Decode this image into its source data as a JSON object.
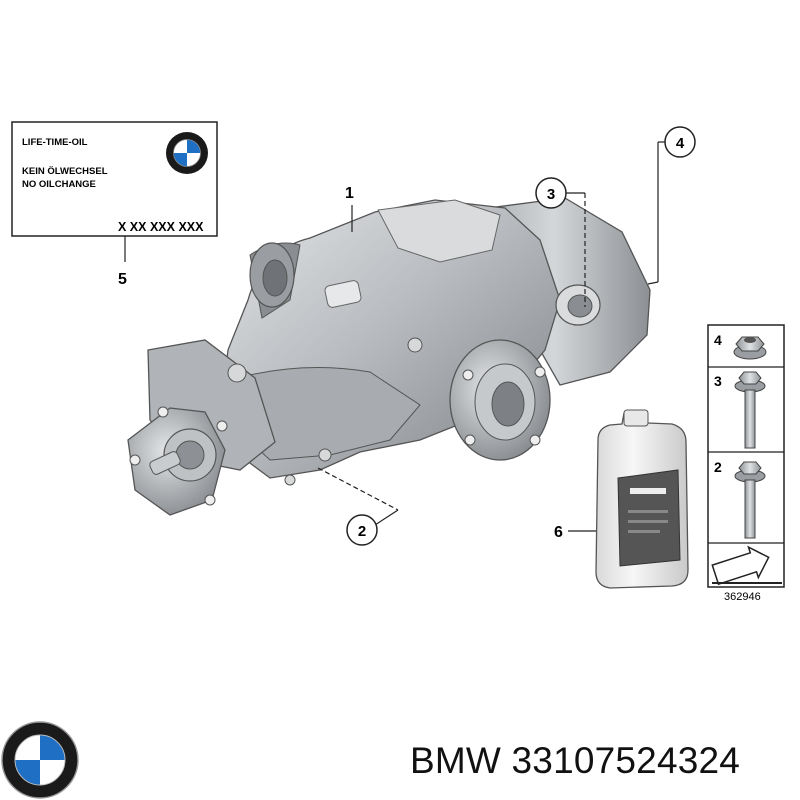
{
  "label_sticker": {
    "line1": "LIFE-TIME-OIL",
    "line2": "KEIN ÖLWECHSEL",
    "line3": "NO OILCHANGE",
    "part_number": "X XX XXX XXX",
    "callout": "5"
  },
  "callouts": {
    "c1": "1",
    "c2": "2",
    "c3": "3",
    "c4": "4",
    "c6": "6"
  },
  "hardware_panel": {
    "row4": "4",
    "row3": "3",
    "row2": "2"
  },
  "diagram_id": "362946",
  "footer": {
    "brand": "BMW",
    "part_number": "33107524324"
  },
  "colors": {
    "housing": "#b9bcc0",
    "housing_dark": "#7d8185",
    "bottle": "#eeeeee",
    "brand_blue": "#1f6fc4"
  }
}
